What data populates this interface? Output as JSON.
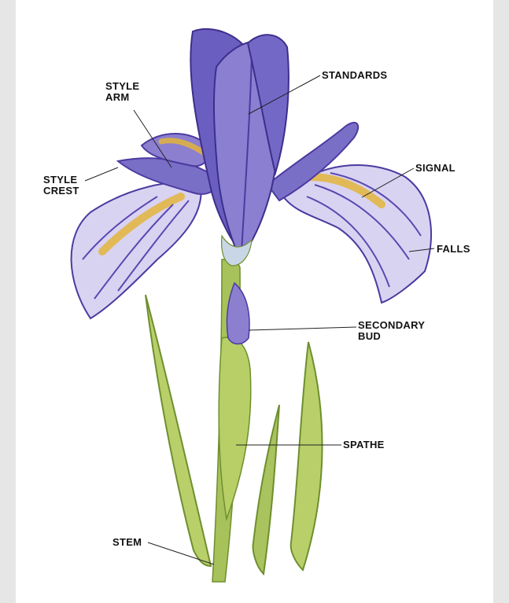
{
  "colors": {
    "petal": "#7a6fc7",
    "petal_dark": "#4c3aa0",
    "petal_light": "#d9d3f2",
    "signal_yellow": "#e3b43c",
    "stem_green": "#a7c25a",
    "leaf_green": "#b9cf6a",
    "leaf_dark": "#6e8f2e",
    "label_text": "#111111",
    "background": "#e6e6e6",
    "panel": "#ffffff"
  },
  "labels": {
    "standards": "STANDARDS",
    "style_arm_line1": "STYLE",
    "style_arm_line2": "ARM",
    "style_crest_line1": "STYLE",
    "style_crest_line2": "CREST",
    "signal": "SIGNAL",
    "falls": "FALLS",
    "secondary_bud_line1": "SECONDARY",
    "secondary_bud_line2": "BUD",
    "spathe": "SPATHE",
    "stem": "STEM"
  }
}
